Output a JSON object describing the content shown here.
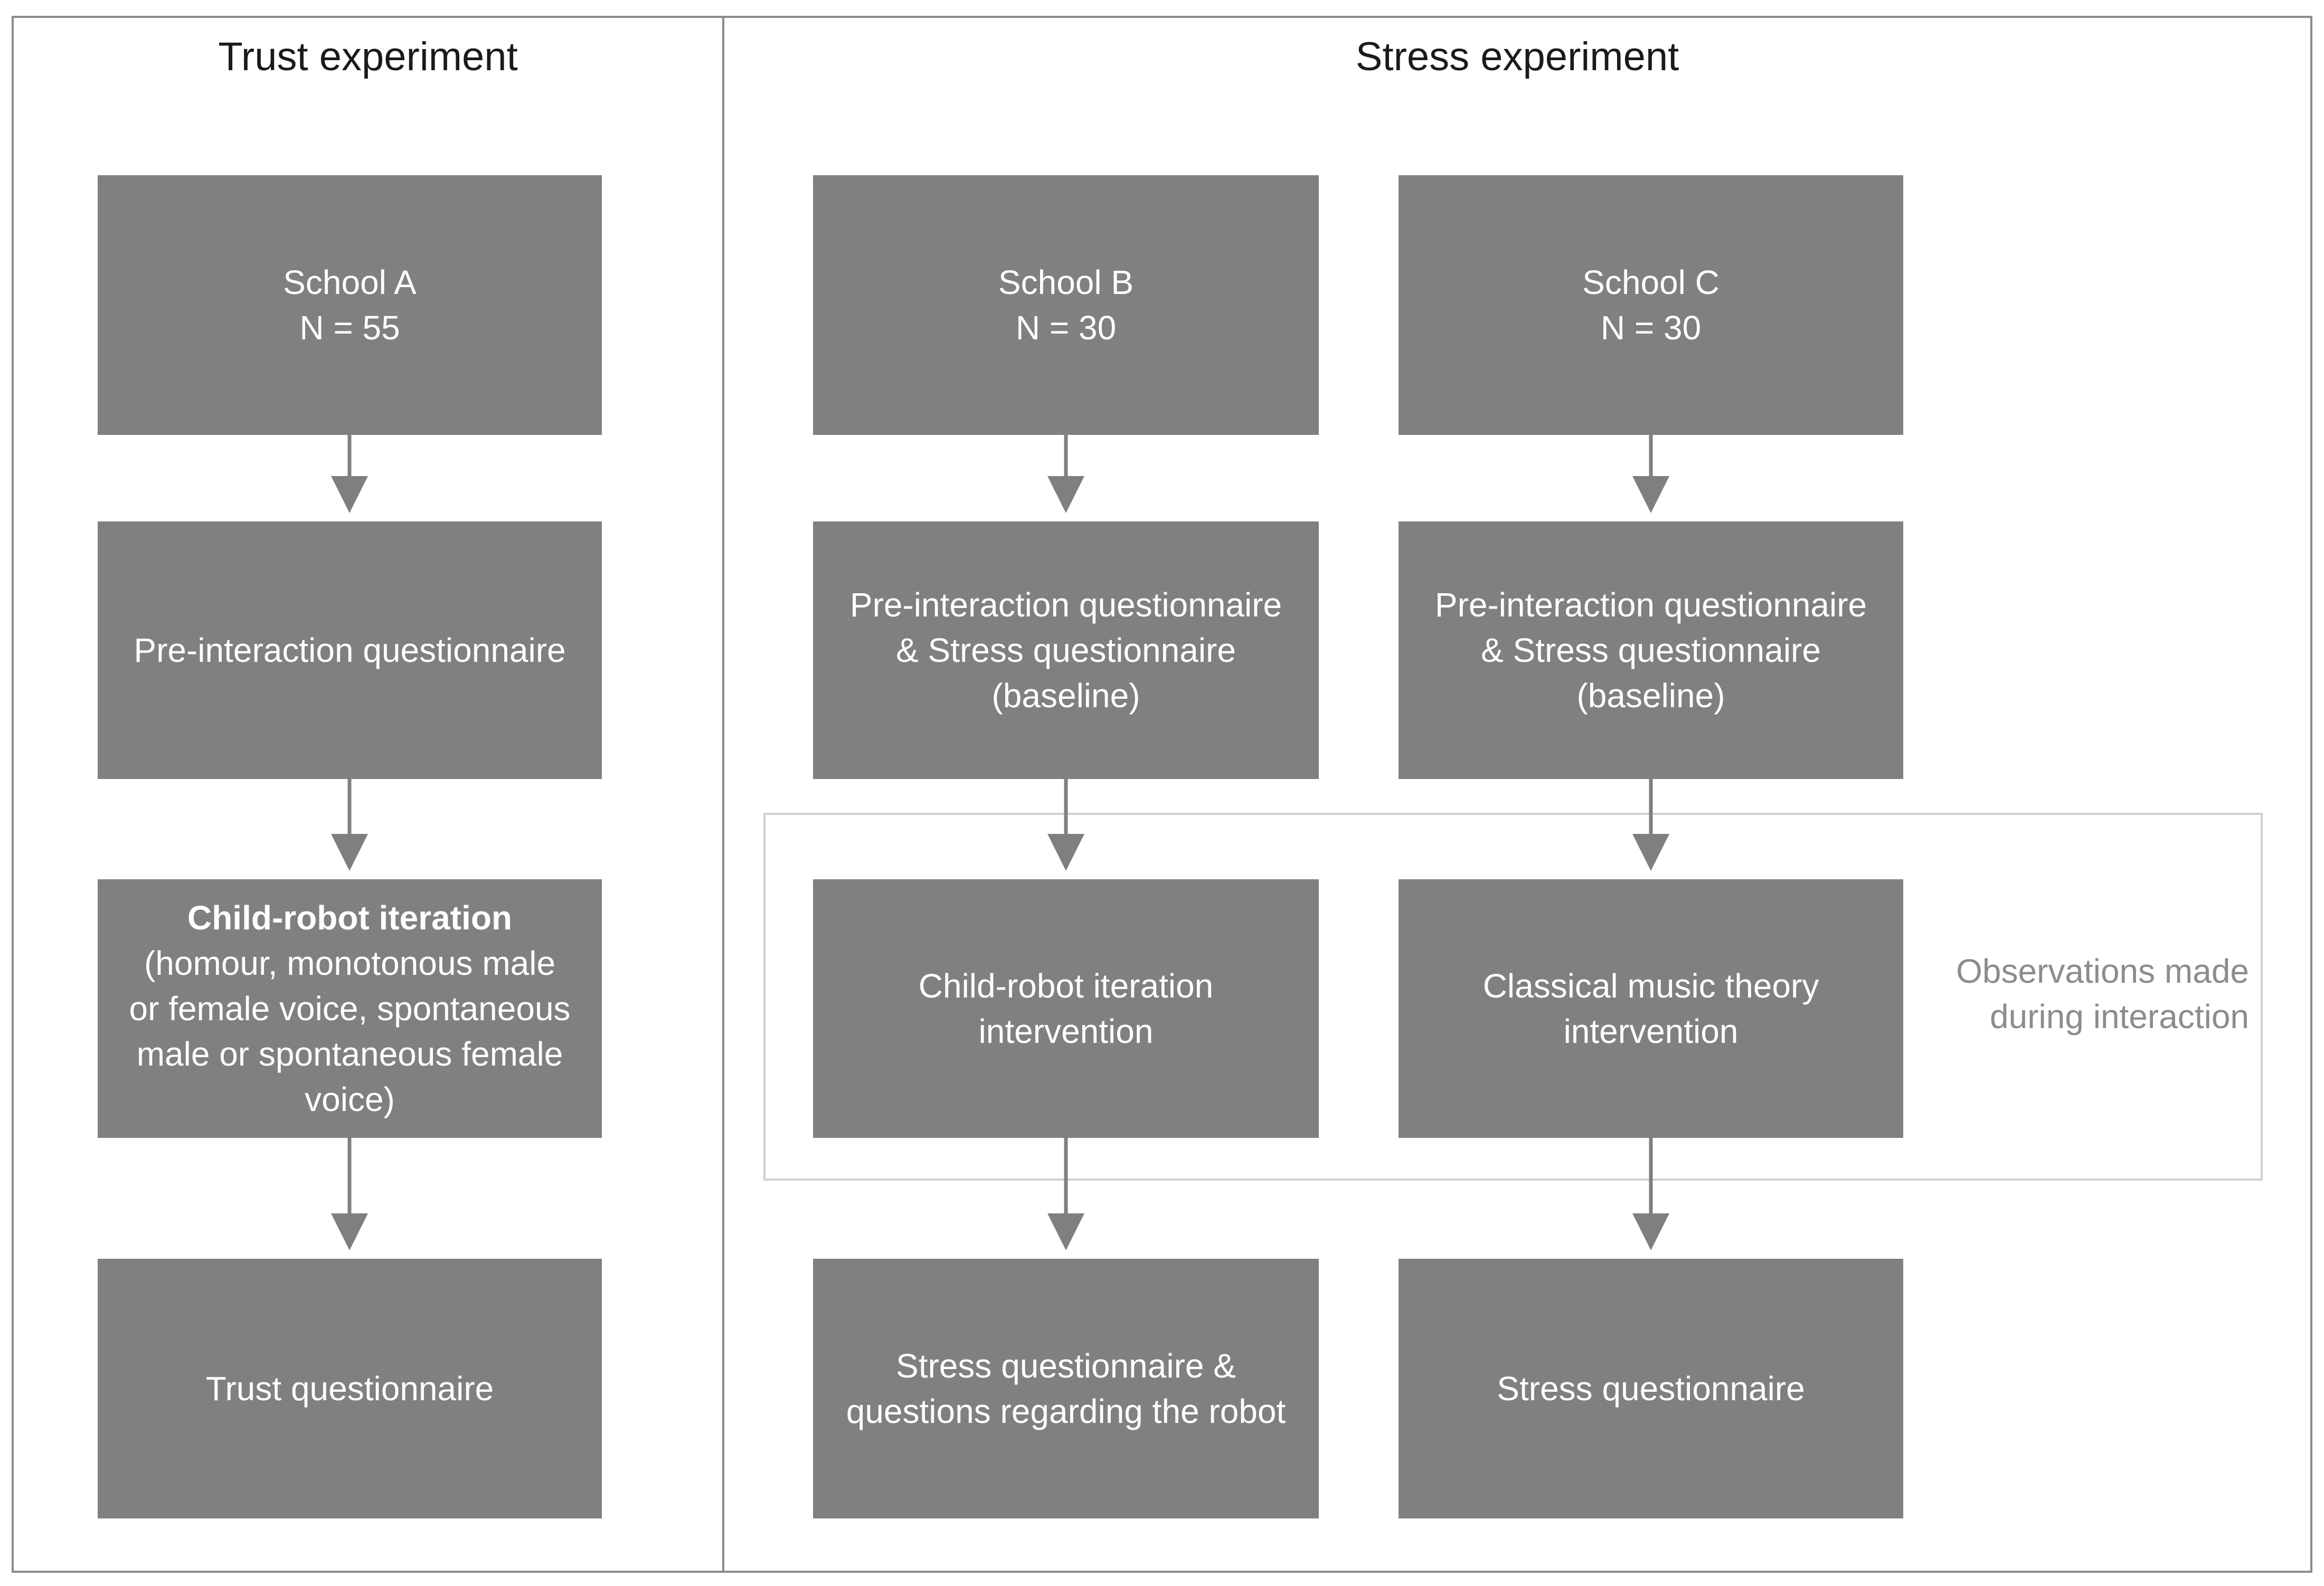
{
  "panels": {
    "trust": {
      "title": "Trust experiment"
    },
    "stress": {
      "title": "Stress experiment"
    }
  },
  "boxes": {
    "school_a": {
      "line1": "School A",
      "line2": "N = 55"
    },
    "school_b": {
      "line1": "School B",
      "line2": "N = 30"
    },
    "school_c": {
      "line1": "School C",
      "line2": "N = 30"
    },
    "pre_a": {
      "line1": "Pre-interaction questionnaire"
    },
    "pre_b": {
      "line1": "Pre-interaction questionnaire",
      "line2": "& Stress questionnaire",
      "line3": "(baseline)"
    },
    "pre_c": {
      "line1": "Pre-interaction questionnaire",
      "line2": "& Stress questionnaire",
      "line3": "(baseline)"
    },
    "iter_a": {
      "title": "Child-robot iteration",
      "line1": "(homour, monotonous male",
      "line2": "or female voice,  spontaneous",
      "line3": "male or spontaneous female",
      "line4": "voice)"
    },
    "iter_b": {
      "line1": "Child-robot iteration",
      "line2": "intervention"
    },
    "music_c": {
      "line1": "Classical music theory",
      "line2": "intervention"
    },
    "trust_q": {
      "line1": "Trust questionnaire"
    },
    "stress_q_b": {
      "line1": "Stress questionnaire &",
      "line2": "questions regarding the robot"
    },
    "stress_q_c": {
      "line1": "Stress questionnaire"
    }
  },
  "observations": {
    "line1": "Observations made",
    "line2": "during interaction"
  },
  "colors": {
    "box": "#808080",
    "arrow": "#7f7f7f",
    "frame": "#8c8c8c",
    "obs_frame": "#d0d0d0",
    "obs_text": "#8c8c8c"
  }
}
